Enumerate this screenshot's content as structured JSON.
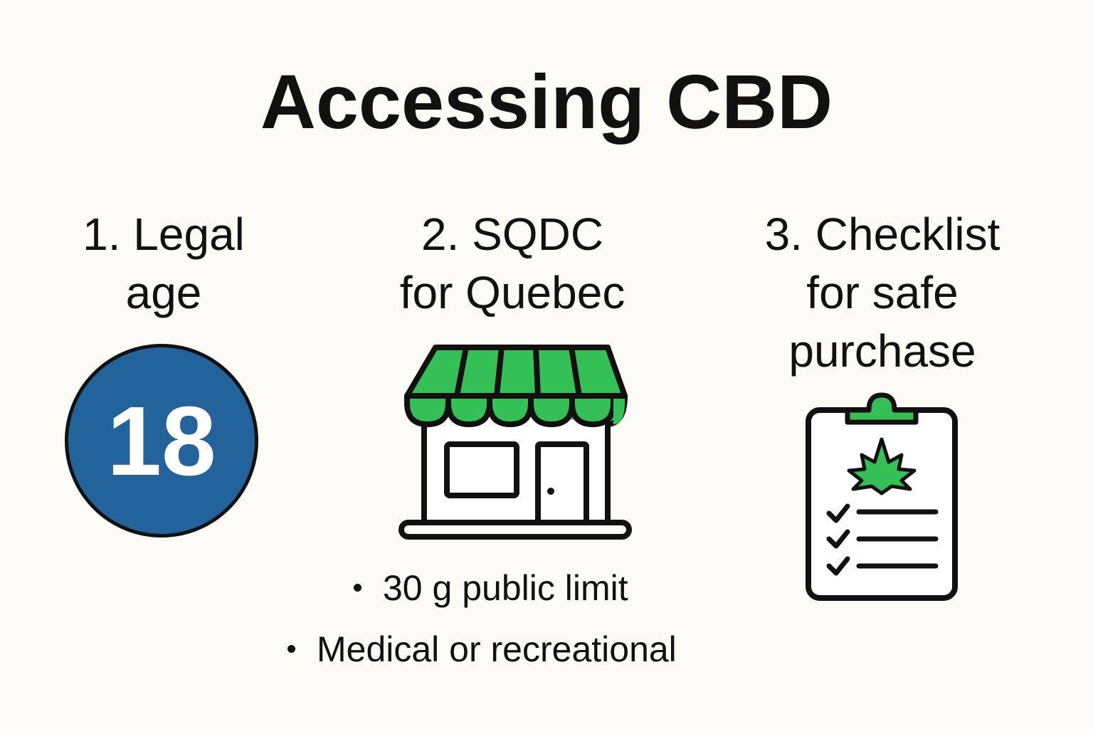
{
  "title": "Accessing CBD",
  "steps": [
    {
      "line1": "1. Legal",
      "line2": "age"
    },
    {
      "line1": "2. SQDC",
      "line2": "for Quebec"
    },
    {
      "line1": "3. Checklist",
      "line2": "for safe",
      "line3": "purchase"
    }
  ],
  "age_badge": {
    "value": "18"
  },
  "bullets": [
    "30 g public limit",
    "Medical or recreational"
  ],
  "colors": {
    "background": "#fcfbf6",
    "badge_blue": "#22639b",
    "accent_green": "#34c057",
    "outline": "#111111"
  },
  "icons": [
    "age-18-badge",
    "store-icon",
    "clipboard-checklist-icon",
    "cannabis-leaf-icon",
    "checkmark-icon"
  ]
}
